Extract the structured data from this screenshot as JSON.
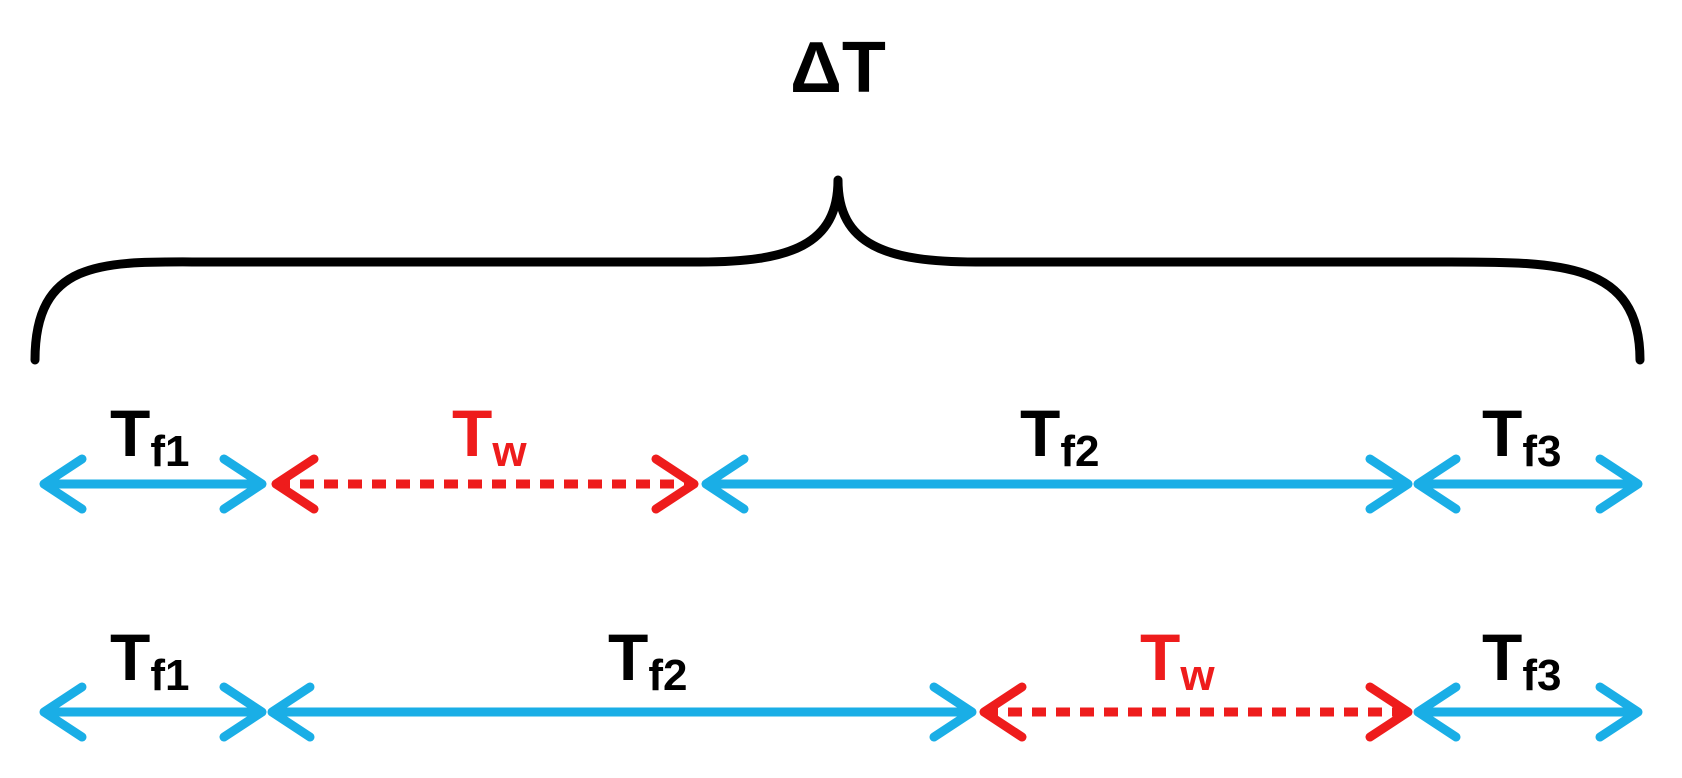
{
  "colors": {
    "frame": "#1aaee6",
    "wait": "#ee1c1c",
    "brace": "#000000",
    "text": "#000000"
  },
  "diagram": {
    "total_label": "ΔT",
    "rows": [
      {
        "segments": [
          {
            "kind": "frame",
            "label": "T",
            "sub": "f1"
          },
          {
            "kind": "wait",
            "label": "T",
            "sub": "w"
          },
          {
            "kind": "frame",
            "label": "T",
            "sub": "f2"
          },
          {
            "kind": "frame",
            "label": "T",
            "sub": "f3"
          }
        ]
      },
      {
        "segments": [
          {
            "kind": "frame",
            "label": "T",
            "sub": "f1"
          },
          {
            "kind": "frame",
            "label": "T",
            "sub": "f2"
          },
          {
            "kind": "wait",
            "label": "T",
            "sub": "w"
          },
          {
            "kind": "frame",
            "label": "T",
            "sub": "f3"
          }
        ]
      }
    ]
  }
}
